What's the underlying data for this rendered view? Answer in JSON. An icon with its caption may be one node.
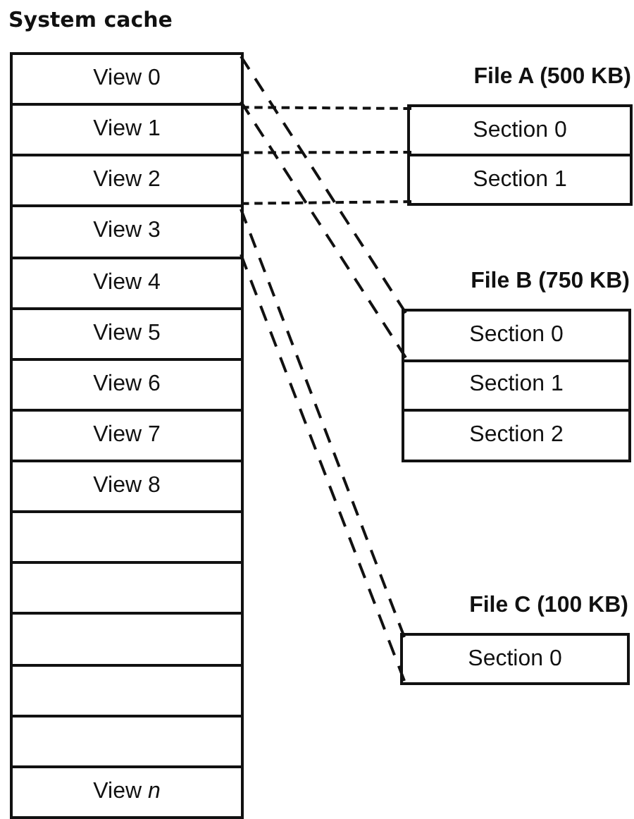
{
  "diagram": {
    "nodes": [
      {
        "text": [
          "System cache"
        ]
      },
      {
        "text": [
          "View 0"
        ],
        "in": 0
      },
      {
        "text": [
          "View 1"
        ],
        "in": 0
      },
      {
        "text": [
          "View 2"
        ],
        "in": 0
      },
      {
        "text": [
          "View 3"
        ],
        "in": 0
      },
      {
        "text": [
          "View 4"
        ],
        "in": 0
      },
      {
        "text": [
          "View 5"
        ],
        "in": 0
      },
      {
        "text": [
          "View 6"
        ],
        "in": 0
      },
      {
        "text": [
          "View 7"
        ],
        "in": 0
      },
      {
        "text": [
          "View 8"
        ],
        "in": 0
      },
      {
        "text": [],
        "shape": "box",
        "in": 0
      },
      {
        "text": [],
        "shape": "box",
        "in": 0
      },
      {
        "text": [],
        "shape": "box",
        "in": 0
      },
      {
        "text": [],
        "shape": "box",
        "in": 0
      },
      {
        "text": [],
        "shape": "box",
        "in": 0
      },
      {
        "text": [
          "View *n*"
        ],
        "in": 0
      },
      {
        "text": [
          "File A (500 KB)"
        ]
      },
      {
        "text": [
          "Section 0"
        ],
        "in": 16
      },
      {
        "text": [
          "Section 1"
        ],
        "in": 16
      },
      {
        "text": [
          "File B (750 KB)"
        ]
      },
      {
        "text": [
          "Section 0"
        ],
        "in": 19
      },
      {
        "text": [
          "Section 1"
        ],
        "in": 19
      },
      {
        "text": [
          "Section 2"
        ],
        "in": 19
      },
      {
        "text": [
          "File C (100 KB)"
        ]
      },
      {
        "text": [
          "Section 0"
        ],
        "in": 23
      }
    ],
    "edges": [
      {
        "from": 2,
        "to": 17,
        "arrow": "none",
        "style": "dashed"
      },
      {
        "from": 2,
        "to": 17,
        "arrow": "none",
        "style": "dashed"
      },
      {
        "from": 3,
        "to": 18,
        "arrow": "none",
        "style": "dashed"
      },
      {
        "from": 1,
        "to": 20,
        "arrow": "none",
        "style": "dashed"
      },
      {
        "from": 1,
        "to": 20,
        "arrow": "none",
        "style": "dashed"
      },
      {
        "from": 4,
        "to": 24,
        "arrow": "none",
        "style": "dashed"
      },
      {
        "from": 4,
        "to": 24,
        "arrow": "none",
        "style": "dashed"
      }
    ]
  }
}
